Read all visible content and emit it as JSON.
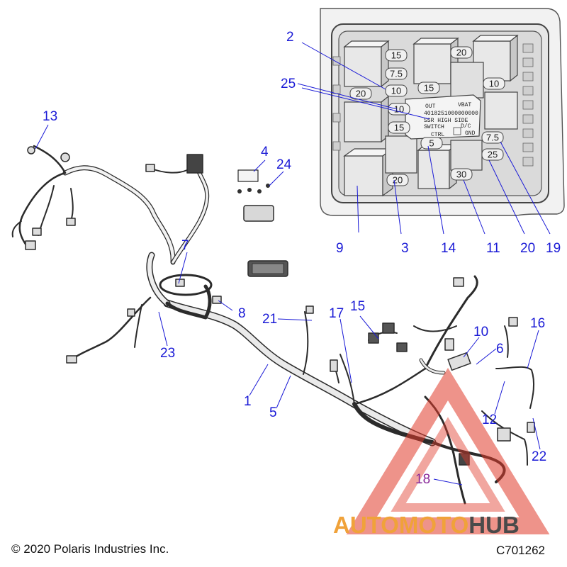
{
  "diagram": {
    "callouts": [
      {
        "id": "c1",
        "text": "1"
      },
      {
        "id": "c2",
        "text": "2"
      },
      {
        "id": "c3",
        "text": "3"
      },
      {
        "id": "c4",
        "text": "4"
      },
      {
        "id": "c5",
        "text": "5"
      },
      {
        "id": "c6",
        "text": "6"
      },
      {
        "id": "c7",
        "text": "7"
      },
      {
        "id": "c8",
        "text": "8"
      },
      {
        "id": "c9",
        "text": "9"
      },
      {
        "id": "c10",
        "text": "10"
      },
      {
        "id": "c11",
        "text": "11"
      },
      {
        "id": "c12",
        "text": "12"
      },
      {
        "id": "c13",
        "text": "13"
      },
      {
        "id": "c14",
        "text": "14"
      },
      {
        "id": "c15",
        "text": "15"
      },
      {
        "id": "c16",
        "text": "16"
      },
      {
        "id": "c17",
        "text": "17"
      },
      {
        "id": "c18",
        "text": "18"
      },
      {
        "id": "c19",
        "text": "19"
      },
      {
        "id": "c20",
        "text": "20"
      },
      {
        "id": "c21",
        "text": "21"
      },
      {
        "id": "c22",
        "text": "22"
      },
      {
        "id": "c23",
        "text": "23"
      },
      {
        "id": "c24",
        "text": "24"
      },
      {
        "id": "c25",
        "text": "25"
      }
    ],
    "fuse_box": {
      "fuse_ratings": [
        "15",
        "20",
        "7.5",
        "10",
        "15",
        "10",
        "20",
        "10",
        "15",
        "5",
        "7.5",
        "25",
        "20",
        "30"
      ],
      "relay_label": {
        "line1_left": "OUT",
        "line1_right": "VBAT",
        "line2": "4018251000000000",
        "line3": "SSR HIGH SIDE",
        "line4_left": "SWITCH",
        "line4_right": "D/C",
        "line5_left": "CTRL",
        "line5_right": "GND"
      }
    },
    "copyright": "© 2020 Polaris Industries Inc.",
    "diagram_code": "C701262",
    "watermark": {
      "part1": "AUTO",
      "part2": "MOTO",
      "part3": "HUB"
    },
    "colors": {
      "callout": "#1a1ad6",
      "callout_alt": "#8a2a9a",
      "watermark_orange": "#f0a23a",
      "watermark_red": "#e03a2a",
      "watermark_gray": "#4a4a4a"
    }
  }
}
